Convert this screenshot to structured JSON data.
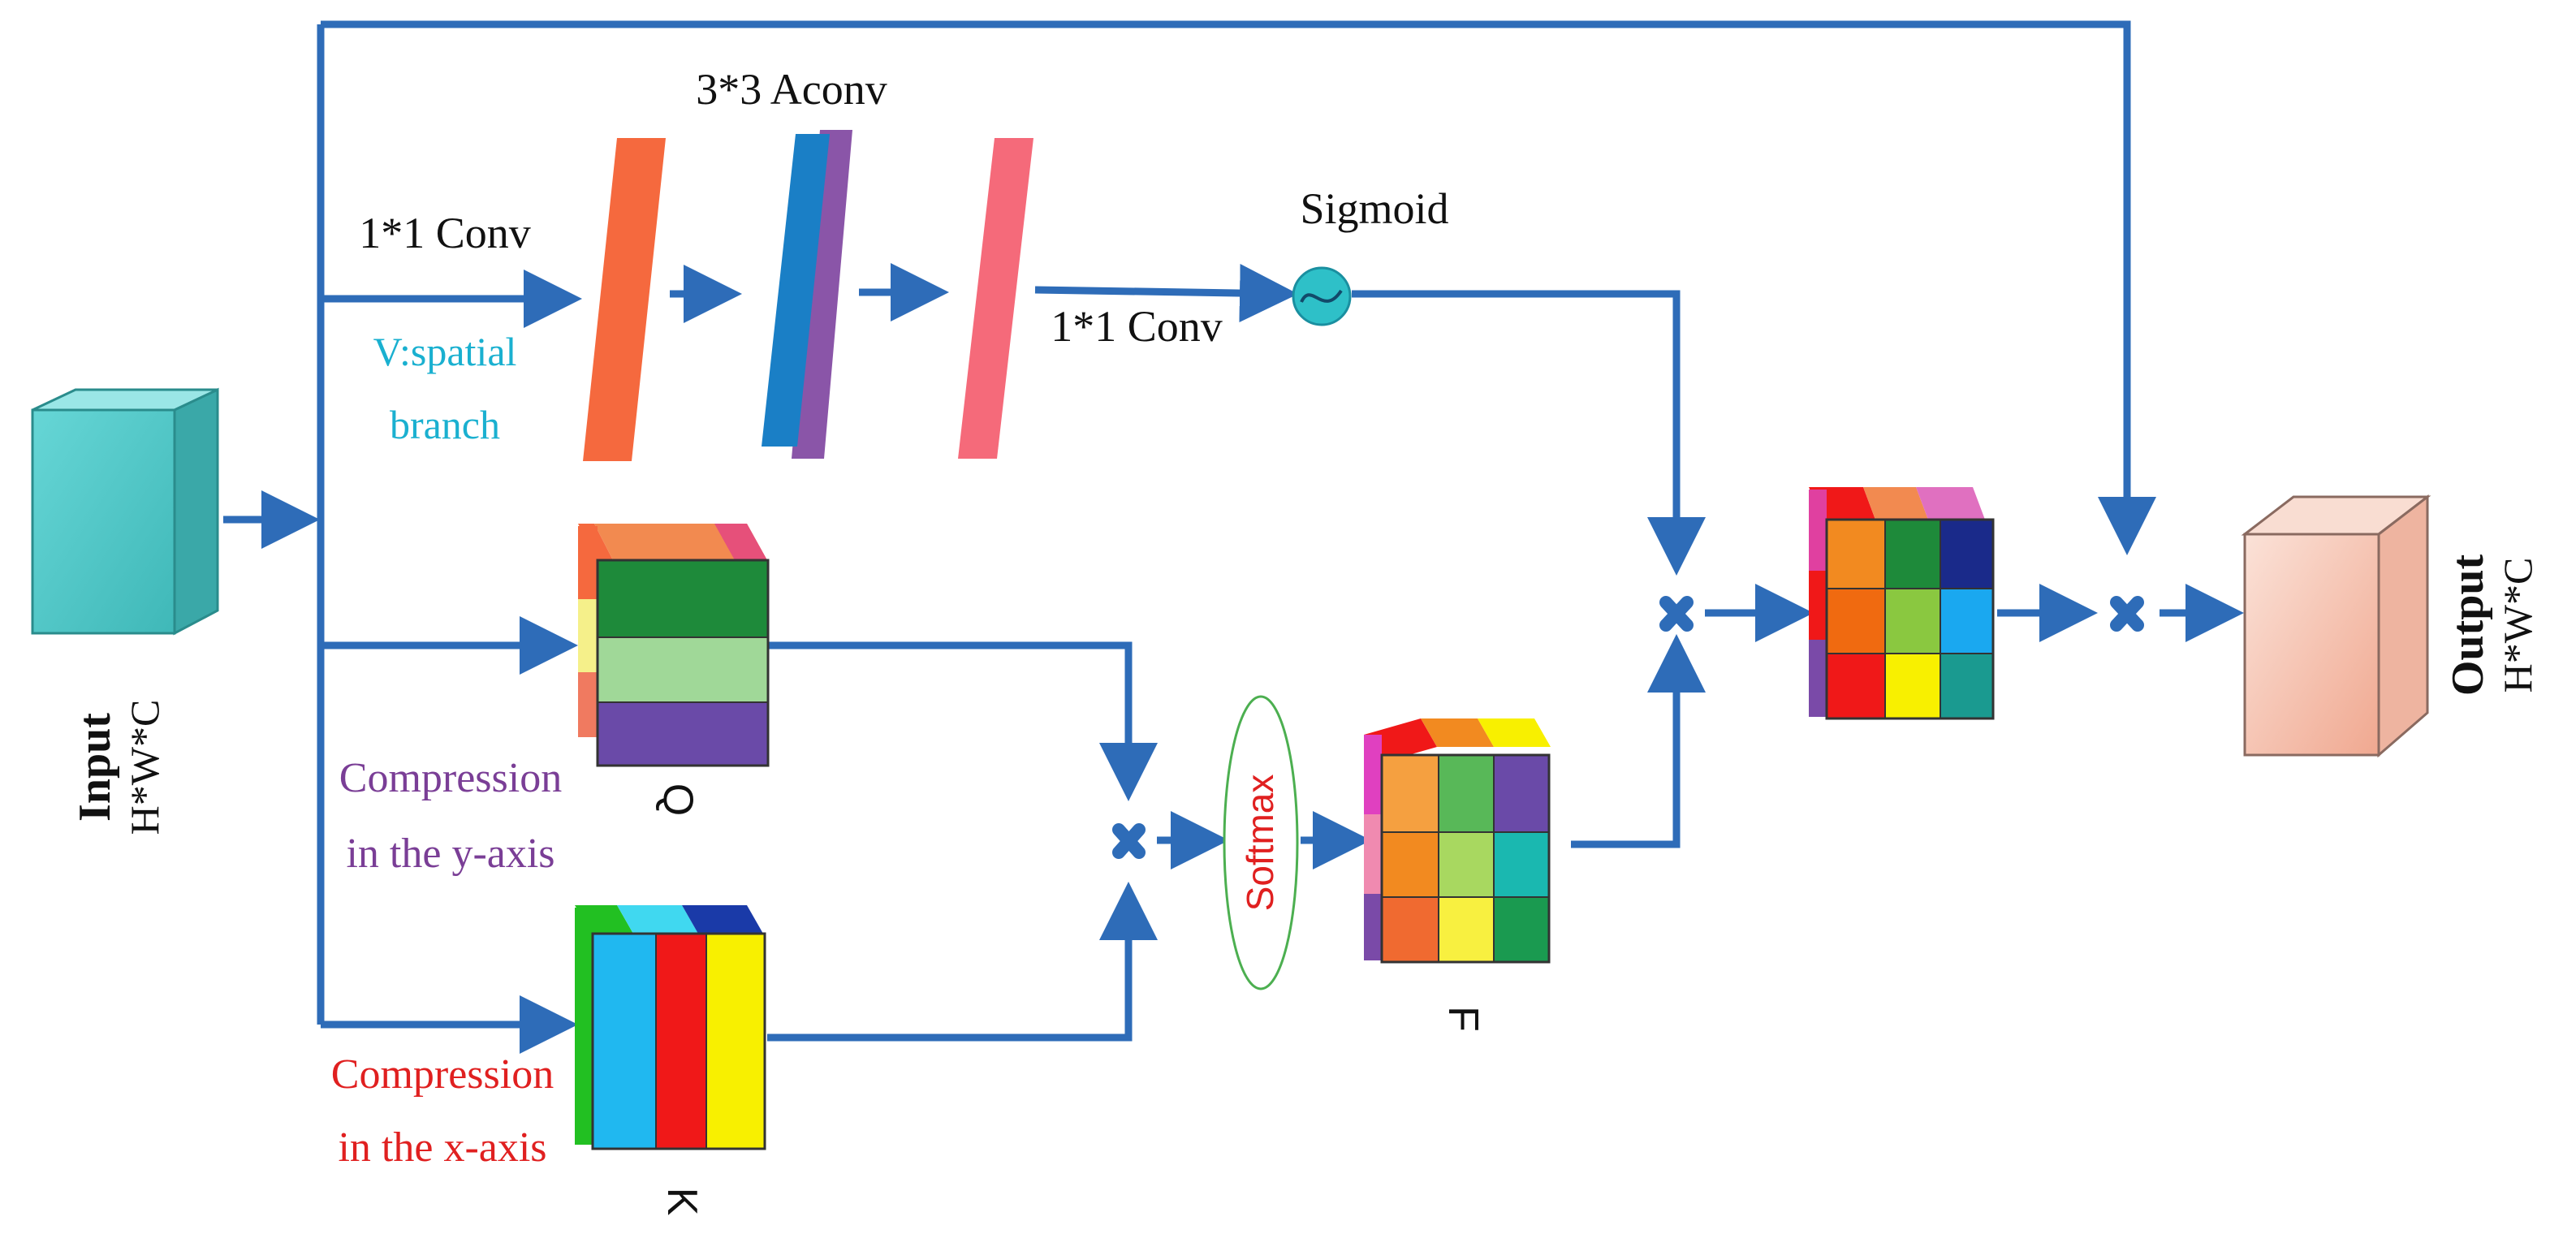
{
  "labels": {
    "input_title": "Input",
    "input_dims": "H*W*C",
    "output_title": "Output",
    "output_dims": "H*W*C",
    "conv1_top": "1*1 Conv",
    "aconv": "3*3 Aconv",
    "conv1_bottom": "1*1 Conv",
    "sigmoid": "Sigmoid",
    "branch_line1": "V:spatial",
    "branch_line2": "branch",
    "q": "Q",
    "k": "K",
    "f": "F",
    "softmax": "Softmax",
    "comp_y_line1": "Compression",
    "comp_y_line2": "in the y-axis",
    "comp_x_line1": "Compression",
    "comp_x_line2": "in the x-axis"
  },
  "colors": {
    "arrow": "#2e6cb8",
    "multiply": "#2e6cb8",
    "branch_text": "#1ab0d0",
    "comp_y_text": "#7a3e96",
    "comp_x_text": "#e02020",
    "softmax_text": "#e02020",
    "softmax_border": "#4caf50",
    "input_cube": "#5fcfcf",
    "output_cube": "#f6c8b8",
    "conv1": "#f5693e",
    "aconv_front": "#1a7fc6",
    "aconv_back": "#8a55a8",
    "conv2": "#f56a7a",
    "sigmoid_fill": "#2ec0c8"
  },
  "icons": {
    "multiply": "multiply-icon",
    "sigmoid": "sigmoid-icon"
  }
}
